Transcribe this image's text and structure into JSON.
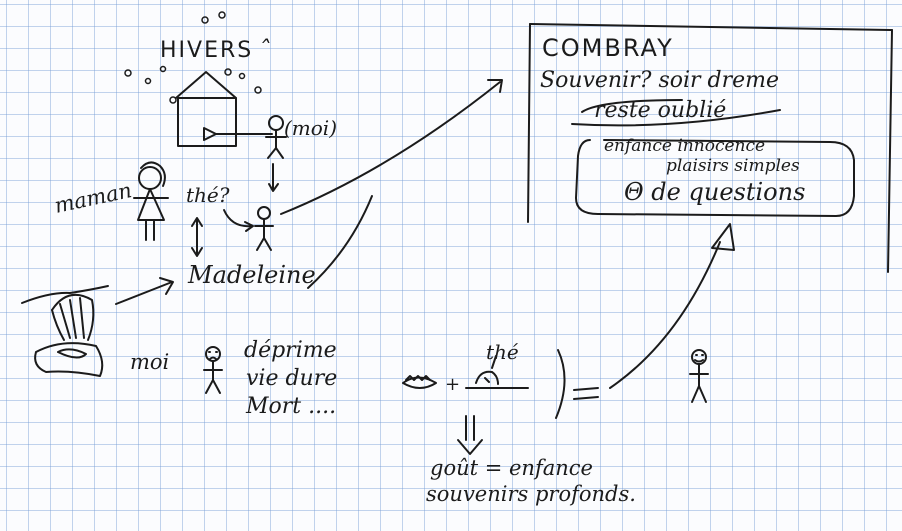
{
  "left": {
    "hivers": "HIVERS",
    "moi_label": "(moi)",
    "maman": "maman",
    "the_question": "thé?",
    "madeleine": "Madeleine",
    "moi": "moi",
    "deprime": "déprime",
    "vie_dure": "vie dure",
    "mort": "Mort ....",
    "plus": "+",
    "the": "thé",
    "equals": "=",
    "gout": "goût = enfance",
    "souvenirs": "souvenirs profonds."
  },
  "combray": {
    "title": "COMBRAY",
    "line1": "Souvenir? soir dreme",
    "line2": "reste oublié",
    "bubble1": "enfance innocence",
    "bubble2": "plaisirs simples",
    "bubble3": "Θ de questions"
  },
  "ink_color": "#1b1b1b"
}
